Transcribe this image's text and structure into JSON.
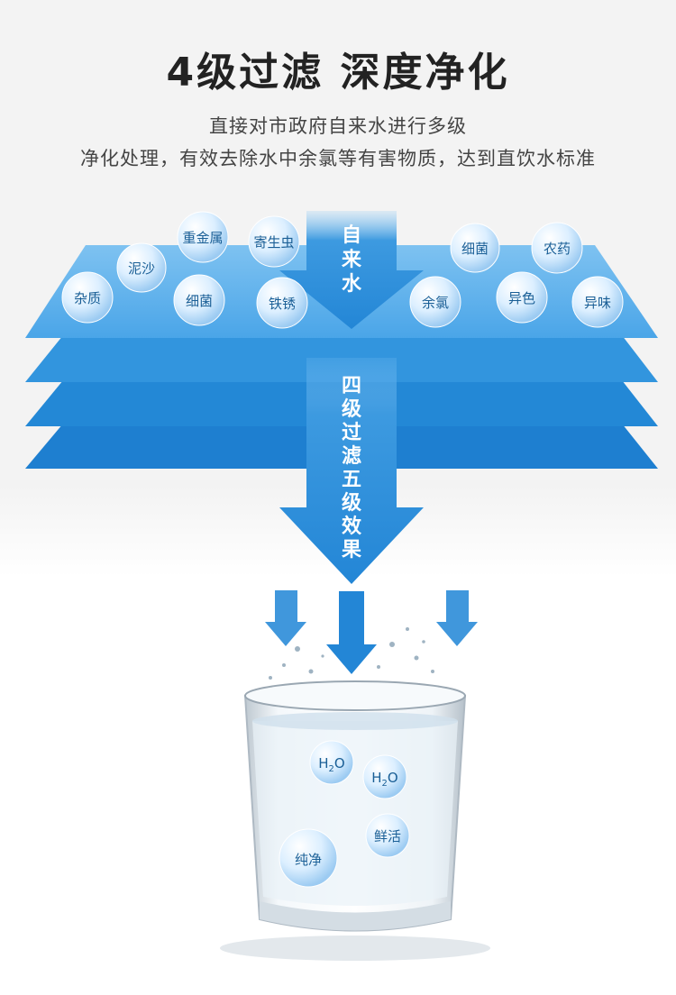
{
  "header": {
    "title": "4级过滤  深度净化",
    "subtitle_line1": "直接对市政府自来水进行多级",
    "subtitle_line2": "净化处理，有效去除水中余氯等有害物质，达到直饮水标准"
  },
  "top_arrow": {
    "chars": [
      "自",
      "来",
      "水"
    ]
  },
  "middle_arrow": {
    "chars": [
      "四",
      "级",
      "过",
      "滤",
      "五",
      "级",
      "效",
      "果"
    ]
  },
  "contaminants": [
    "重金属",
    "泥沙",
    "寄生虫",
    "杂质",
    "细菌",
    "铁锈",
    "细菌",
    "农药",
    "余氯",
    "异色",
    "异味"
  ],
  "glass_bubbles": {
    "h2o_main": "H",
    "h2o_sub": "2",
    "h2o_end": "O",
    "fresh": "鲜活",
    "pure": "纯净"
  },
  "colors": {
    "layer_light": "#5fb1ec",
    "layer_mid": "#2f8fd9",
    "layer_dark": "#1d7fd0",
    "arrow": "#2b8cd8"
  }
}
